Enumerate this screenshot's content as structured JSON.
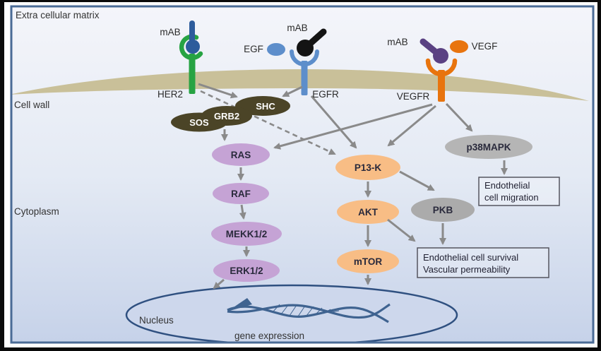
{
  "figure": {
    "regions": {
      "extracellular_matrix": "Extra cellular matrix",
      "cell_wall": "Cell wall",
      "cytoplasm": "Cytoplasm",
      "nucleus": "Nucleus",
      "gene_expression": "gene expression"
    },
    "receptors": {
      "her2": {
        "label": "HER2",
        "antibody": "mAB",
        "color": "#27a343",
        "antibody_color": "#2d5c9c"
      },
      "egfr": {
        "label": "EGFR",
        "antibody": "mAB",
        "ligand": "EGF",
        "color": "#5d8ecb",
        "antibody_color": "#141414",
        "ligand_color": "#5d8ecb"
      },
      "vegfr": {
        "label": "VEGFR",
        "antibody": "mAB",
        "ligand": "VEGF",
        "color": "#e8740e",
        "antibody_color": "#5a4183",
        "ligand_color": "#e8740e"
      }
    },
    "adapters": {
      "shc": {
        "label": "SHC",
        "color": "#4b4427"
      },
      "grb2": {
        "label": "GRB2",
        "color": "#4b4427"
      },
      "sos": {
        "label": "SOS",
        "color": "#4b4427"
      }
    },
    "kinases": {
      "ras": {
        "label": "RAS",
        "color": "#c5a3d5"
      },
      "raf": {
        "label": "RAF",
        "color": "#c5a3d5"
      },
      "mekk12": {
        "label": "MEKK1/2",
        "color": "#c5a3d5"
      },
      "erk12": {
        "label": "ERK1/2",
        "color": "#c5a3d5"
      },
      "pi3k": {
        "label": "P13-K",
        "color": "#f8bd85"
      },
      "akt": {
        "label": "AKT",
        "color": "#f8bd85"
      },
      "mtor": {
        "label": "mTOR",
        "color": "#f8bd85"
      },
      "pkb": {
        "label": "PKB",
        "color": "#ababab"
      },
      "p38mapk": {
        "label": "p38MAPK",
        "color": "#b5b5b5"
      }
    },
    "outcomes": {
      "migration": {
        "line1": "Endothelial",
        "line2": "cell migration"
      },
      "survival": {
        "line1": "Endothelial cell survival",
        "line2": "Vascular permeability"
      }
    },
    "colors": {
      "membrane": "#c9c099",
      "border": "#4a6b96",
      "nucleus_fill": "#cdd7ec",
      "nucleus_stroke": "#2f5080",
      "arrow": "#8a8a8a"
    }
  }
}
